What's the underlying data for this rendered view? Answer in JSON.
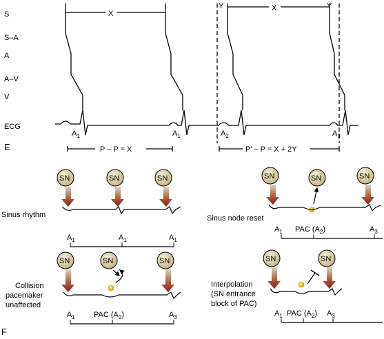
{
  "panel_e": {
    "panel_label": "E",
    "rows": [
      "S",
      "S–A",
      "A",
      "A–V",
      "V"
    ],
    "ecg_label": "ECG",
    "x_label": "X",
    "y_label": "Y",
    "interval_pp": "P – P = X",
    "interval_ppp": "P′ – P = X + 2Y",
    "a_labels": [
      {
        "base": "A",
        "sub": "1"
      },
      {
        "base": "A",
        "sub": "1"
      },
      {
        "base": "A",
        "sub": "2"
      },
      {
        "base": "A",
        "sub": "3"
      }
    ]
  },
  "panel_f": {
    "panel_label": "F",
    "sn_label": "SN",
    "sinus_rhythm": {
      "title": "Sinus rhythm",
      "a_labels": [
        {
          "base": "A",
          "sub": "1"
        },
        {
          "base": "A",
          "sub": "1"
        },
        {
          "base": "A",
          "sub": "1"
        }
      ]
    },
    "sinus_node_reset": {
      "title": "Sinus node reset",
      "pac_label": {
        "base": "PAC (A",
        "sub": "2",
        "tail": ")"
      },
      "a_labels": [
        {
          "base": "A",
          "sub": "1"
        },
        {
          "base": "A",
          "sub": "3"
        }
      ]
    },
    "collision": {
      "title_lines": [
        "Collision",
        "pacemaker",
        "unaffected"
      ],
      "pac_label": {
        "base": "PAC (A",
        "sub": "2",
        "tail": ")"
      },
      "a_labels": [
        {
          "base": "A",
          "sub": "1"
        },
        {
          "base": "A",
          "sub": "3"
        }
      ]
    },
    "interpolation": {
      "title_lines": [
        "Interpolation",
        "(SN entrance",
        "block of PAC)"
      ],
      "pac_label": {
        "base": "PAC (A",
        "sub": "2",
        "tail": ")"
      },
      "a_labels": [
        {
          "base": "A",
          "sub": "1"
        },
        {
          "base": "A",
          "sub": "3"
        }
      ]
    }
  },
  "colors": {
    "line": "#000000",
    "arrow_top": "#d2ccc0",
    "arrow_bottom": "#8b1a1a",
    "sn_circle_fill": "#ddd0a8",
    "pac_dot": "#f2c21b"
  }
}
